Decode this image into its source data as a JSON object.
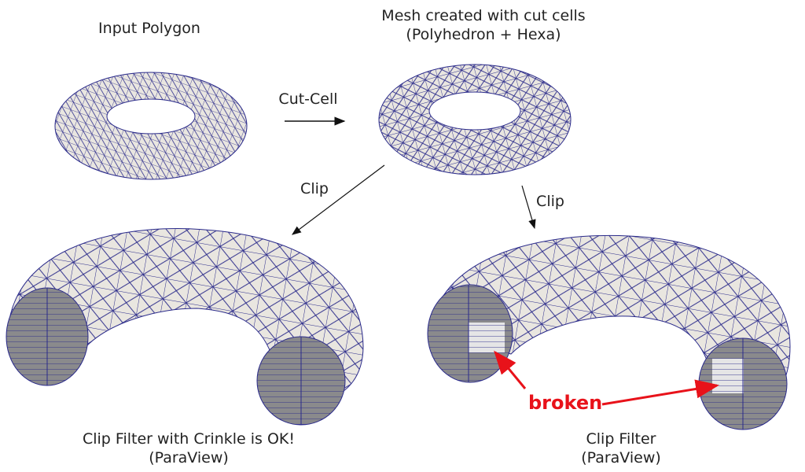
{
  "labels": {
    "input_polygon": "Input Polygon",
    "mesh_line1": "Mesh created with cut cells",
    "mesh_line2": "(Polyhedron + Hexa)",
    "cut_cell": "Cut-Cell",
    "clip_left": "Clip",
    "clip_right": "Clip",
    "crinkle_line1": "Clip Filter with Crinkle is OK!",
    "crinkle_line2": "(ParaView)",
    "clipfilter_line1": "Clip Filter",
    "clipfilter_line2": "(ParaView)",
    "broken": "broken"
  },
  "colors": {
    "surface": "#e9e6e0",
    "mesh_lines": "#2a2a8a",
    "cut_face": "#8a8a8c",
    "annotation": "#e8121a"
  }
}
